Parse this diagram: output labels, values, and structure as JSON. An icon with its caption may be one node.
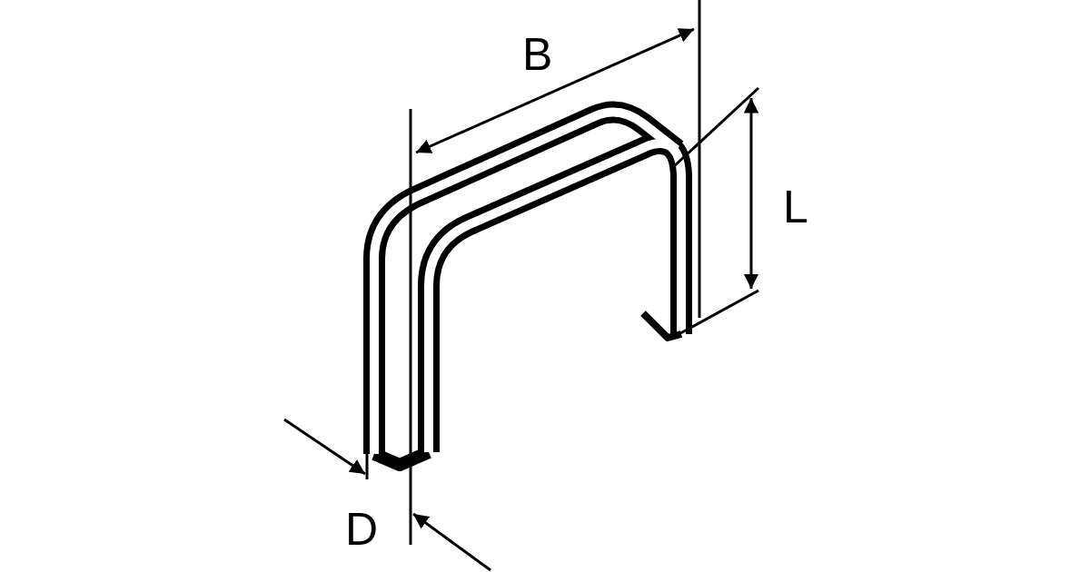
{
  "diagram": {
    "labels": [
      "B",
      "L",
      "D"
    ]
  }
}
